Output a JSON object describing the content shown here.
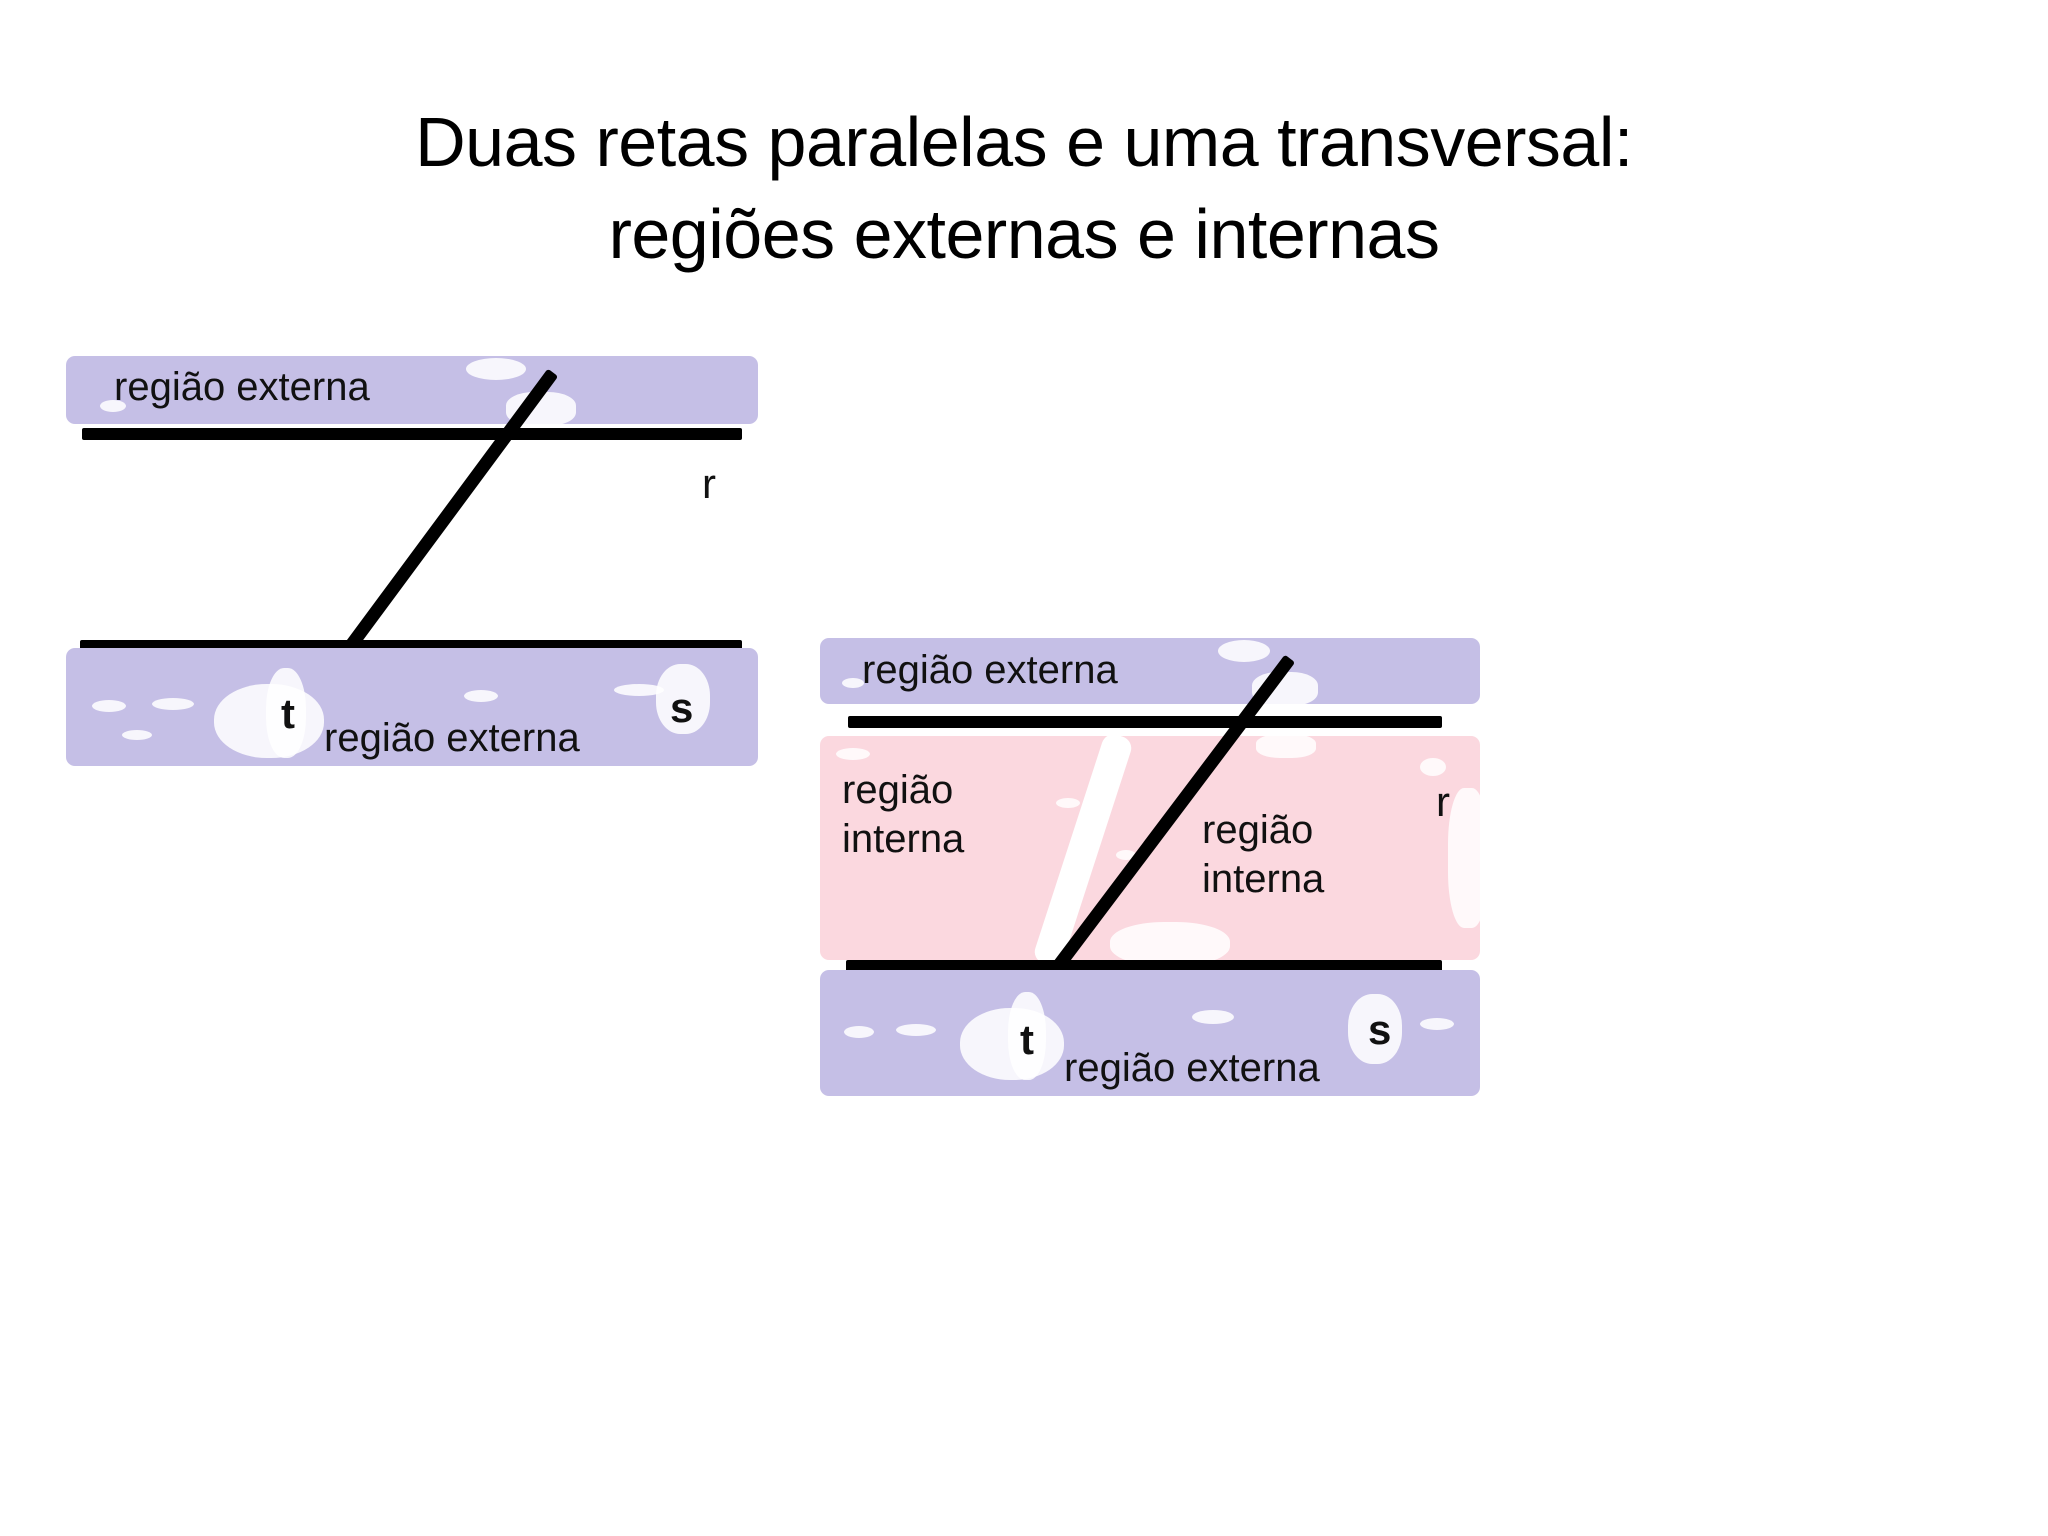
{
  "slide": {
    "title_line1": "Duas retas paralelas e uma transversal:",
    "title_line2": "regiões externas e internas",
    "background_color": "#ffffff",
    "text_color": "#000000"
  },
  "colors": {
    "external_band": "#c5bfe6",
    "internal_band": "#fbd8df",
    "line": "#000000"
  },
  "figures": [
    {
      "id": "left",
      "caption_top": "região externa",
      "caption_bottom": "região externa",
      "line_r_label": "r",
      "line_s_label": "s",
      "line_t_label": "t",
      "regions": [
        "externa",
        "externa"
      ]
    },
    {
      "id": "right",
      "caption_top": "região externa",
      "caption_bottom": "região externa",
      "caption_inner_left": "região\ninterna",
      "caption_inner_left_1": "região",
      "caption_inner_left_2": "interna",
      "caption_inner_right_1": "região",
      "caption_inner_right_2": "interna",
      "line_r_label": "r",
      "line_s_label": "s",
      "line_t_label": "t",
      "regions": [
        "externa",
        "interna",
        "interna",
        "externa"
      ]
    }
  ]
}
